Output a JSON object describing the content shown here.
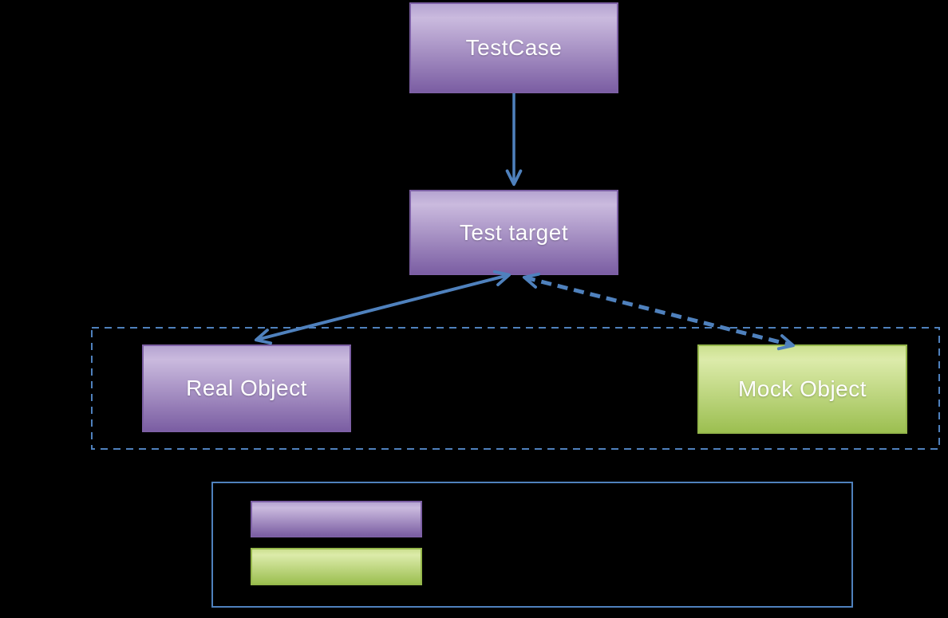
{
  "colors": {
    "background": "#000000",
    "purple-top": "#b5a4d1",
    "purple-light": "#cabade",
    "purple-bottom": "#7b5ea3",
    "purple-border": "#7d60a5",
    "green-top": "#cce08f",
    "green-light": "#dcebaa",
    "green-bottom": "#9cbf51",
    "green-border": "#95b74b",
    "arrow-blue": "#4f81bd",
    "boundary-blue": "#4f81bd",
    "text": "#ffffff"
  },
  "nodes": {
    "testcase": {
      "label": "TestCase"
    },
    "test_target": {
      "label": "Test target"
    },
    "real_object": {
      "label": "Real Object"
    },
    "mock_object": {
      "label": "Mock Object"
    }
  },
  "edges": [
    {
      "from": "testcase",
      "to": "test_target",
      "style": "solid",
      "arrows": "end"
    },
    {
      "from": "test_target",
      "to": "real_object",
      "style": "solid",
      "arrows": "both"
    },
    {
      "from": "test_target",
      "to": "mock_object",
      "style": "dashed",
      "arrows": "both"
    }
  ],
  "legend": {
    "swatches": [
      {
        "name": "real-object-swatch",
        "fill": "purple"
      },
      {
        "name": "mock-object-swatch",
        "fill": "green"
      }
    ]
  }
}
